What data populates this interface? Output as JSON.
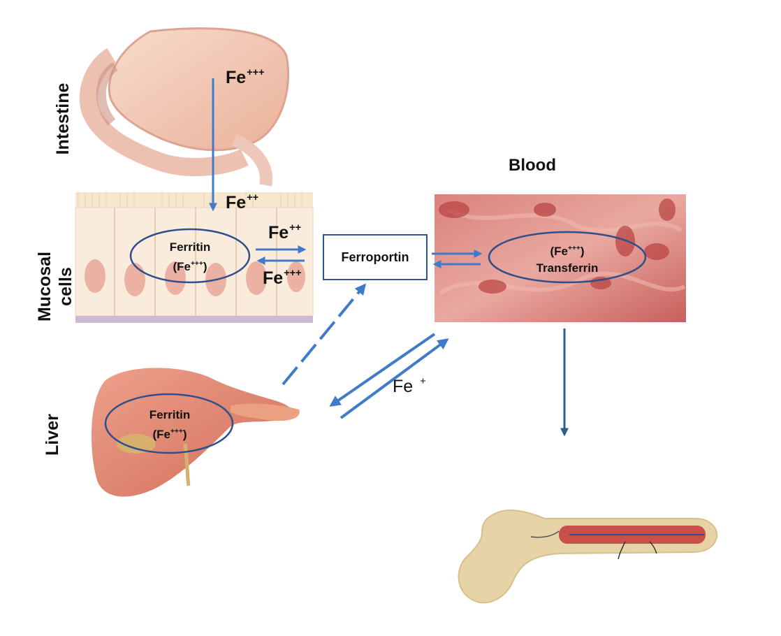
{
  "region_labels": {
    "intestine": "Intestine",
    "mucosal_line1": "Mucosal",
    "mucosal_line2": "cells",
    "liver": "Liver",
    "blood": "Blood"
  },
  "iron_labels": {
    "intestine_fe_base": "Fe",
    "intestine_fe_sup": "+++",
    "mucosa_fe_base": "Fe",
    "mucosa_fe_sup": "++",
    "exchange_top_base": "Fe",
    "exchange_top_sup": "++",
    "exchange_bottom_base": "Fe",
    "exchange_bottom_sup": "+++",
    "liver_exchange_base": "Fe",
    "liver_exchange_sup": "+"
  },
  "mucosal_ellipse": {
    "line1": "Ferritin",
    "line2_base": "(Fe",
    "line2_sup": "+++",
    "line2_end": ")"
  },
  "liver_ellipse": {
    "line1": "Ferritin",
    "line2_base": "(Fe",
    "line2_sup": "+++",
    "line2_end": ")"
  },
  "blood_ellipse": {
    "line1_base": "(Fe",
    "line1_sup": "+++",
    "line1_end": ")",
    "line2": "Transferrin"
  },
  "ferroportin_box": "Ferroportin",
  "colors": {
    "arrow_blue": "#3f7bc9",
    "arrow_dark": "#2e5f88",
    "ellipse_stroke": "#2e4f8c",
    "tissue_pink": "#e9a191",
    "blood_red": "#cf6f6c",
    "bone_beige": "#e6d3a6"
  }
}
